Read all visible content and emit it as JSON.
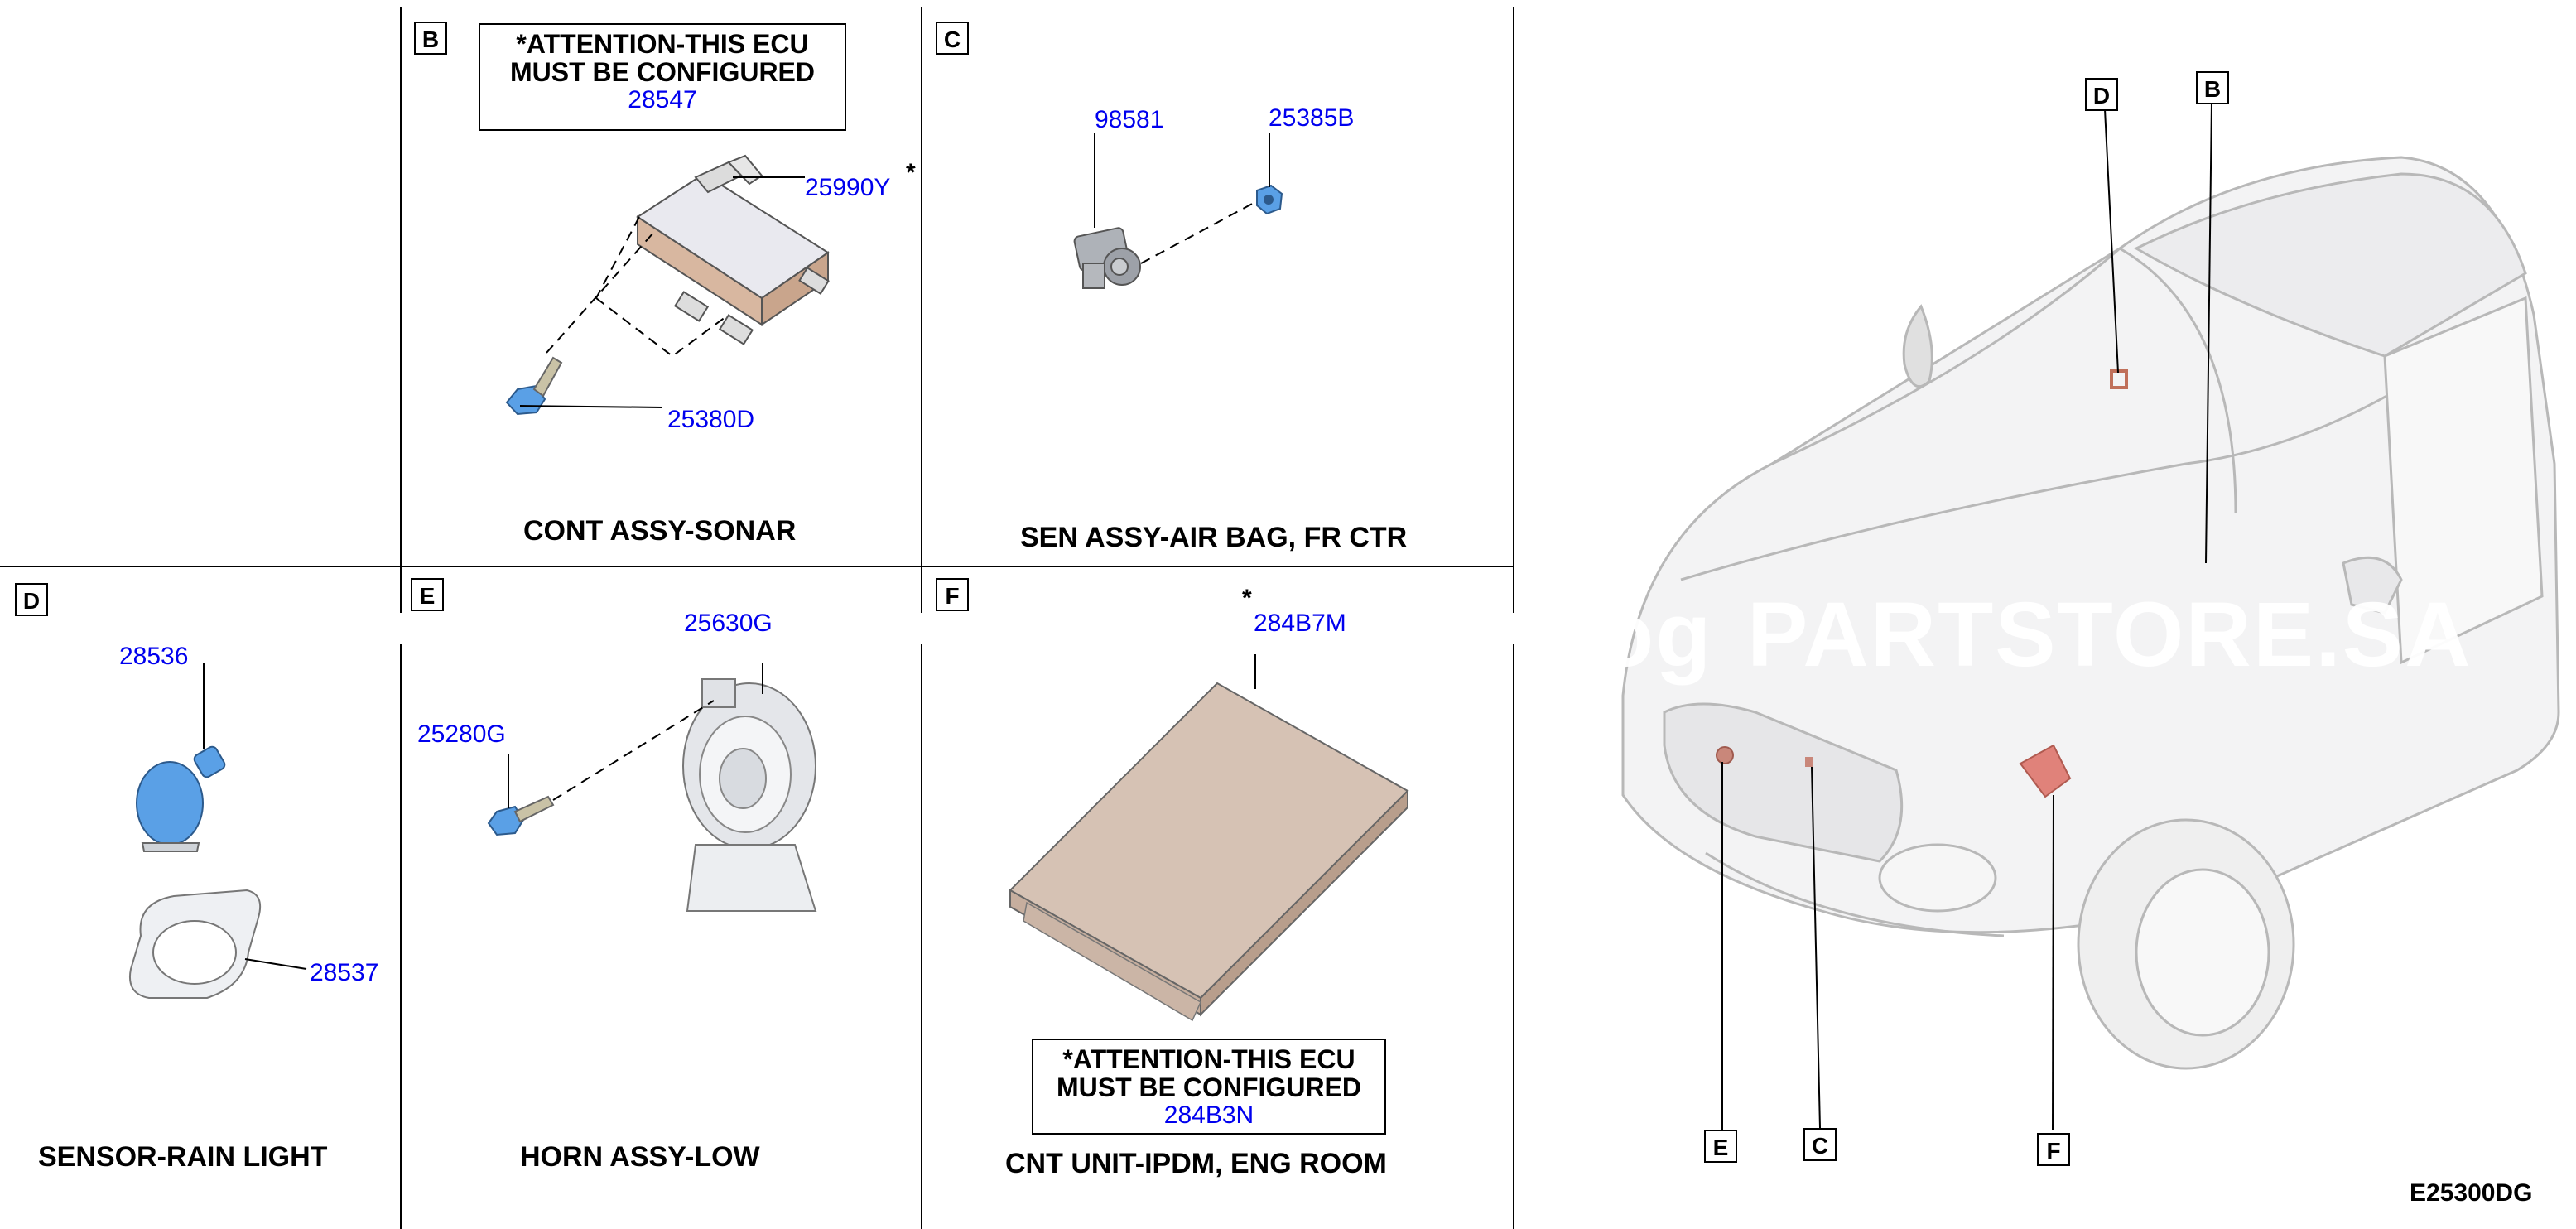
{
  "diagram_id": "E25300DG",
  "watermark": "PARTSTORE.SA",
  "watermark_fragment": "og",
  "star": "*",
  "panels": {
    "B": {
      "tag": "B",
      "caption": "CONT ASSY-SONAR",
      "note": {
        "line1": "*ATTENTION-THIS ECU",
        "line2": "MUST BE CONFIGURED",
        "part": "28547"
      },
      "parts": [
        "25990Y",
        "25380D"
      ]
    },
    "C": {
      "tag": "C",
      "caption": "SEN ASSY-AIR BAG, FR CTR",
      "parts": [
        "98581",
        "25385B"
      ]
    },
    "D": {
      "tag": "D",
      "caption": "SENSOR-RAIN LIGHT",
      "parts": [
        "28536",
        "28537"
      ]
    },
    "E": {
      "tag": "E",
      "caption": "HORN ASSY-LOW",
      "parts": [
        "25280G",
        "25630G"
      ]
    },
    "F": {
      "tag": "F",
      "caption": "CNT UNIT-IPDM, ENG ROOM",
      "note": {
        "line1": "*ATTENTION-THIS ECU",
        "line2": "MUST BE CONFIGURED",
        "part": "284B3N"
      },
      "parts": [
        "284B7M"
      ]
    }
  },
  "car_callouts": [
    "D",
    "B",
    "E",
    "C",
    "F"
  ],
  "colors": {
    "part_number": "#0000ee",
    "highlight_part": "#c9876f",
    "sensor_blue": "#5aa0e6"
  }
}
